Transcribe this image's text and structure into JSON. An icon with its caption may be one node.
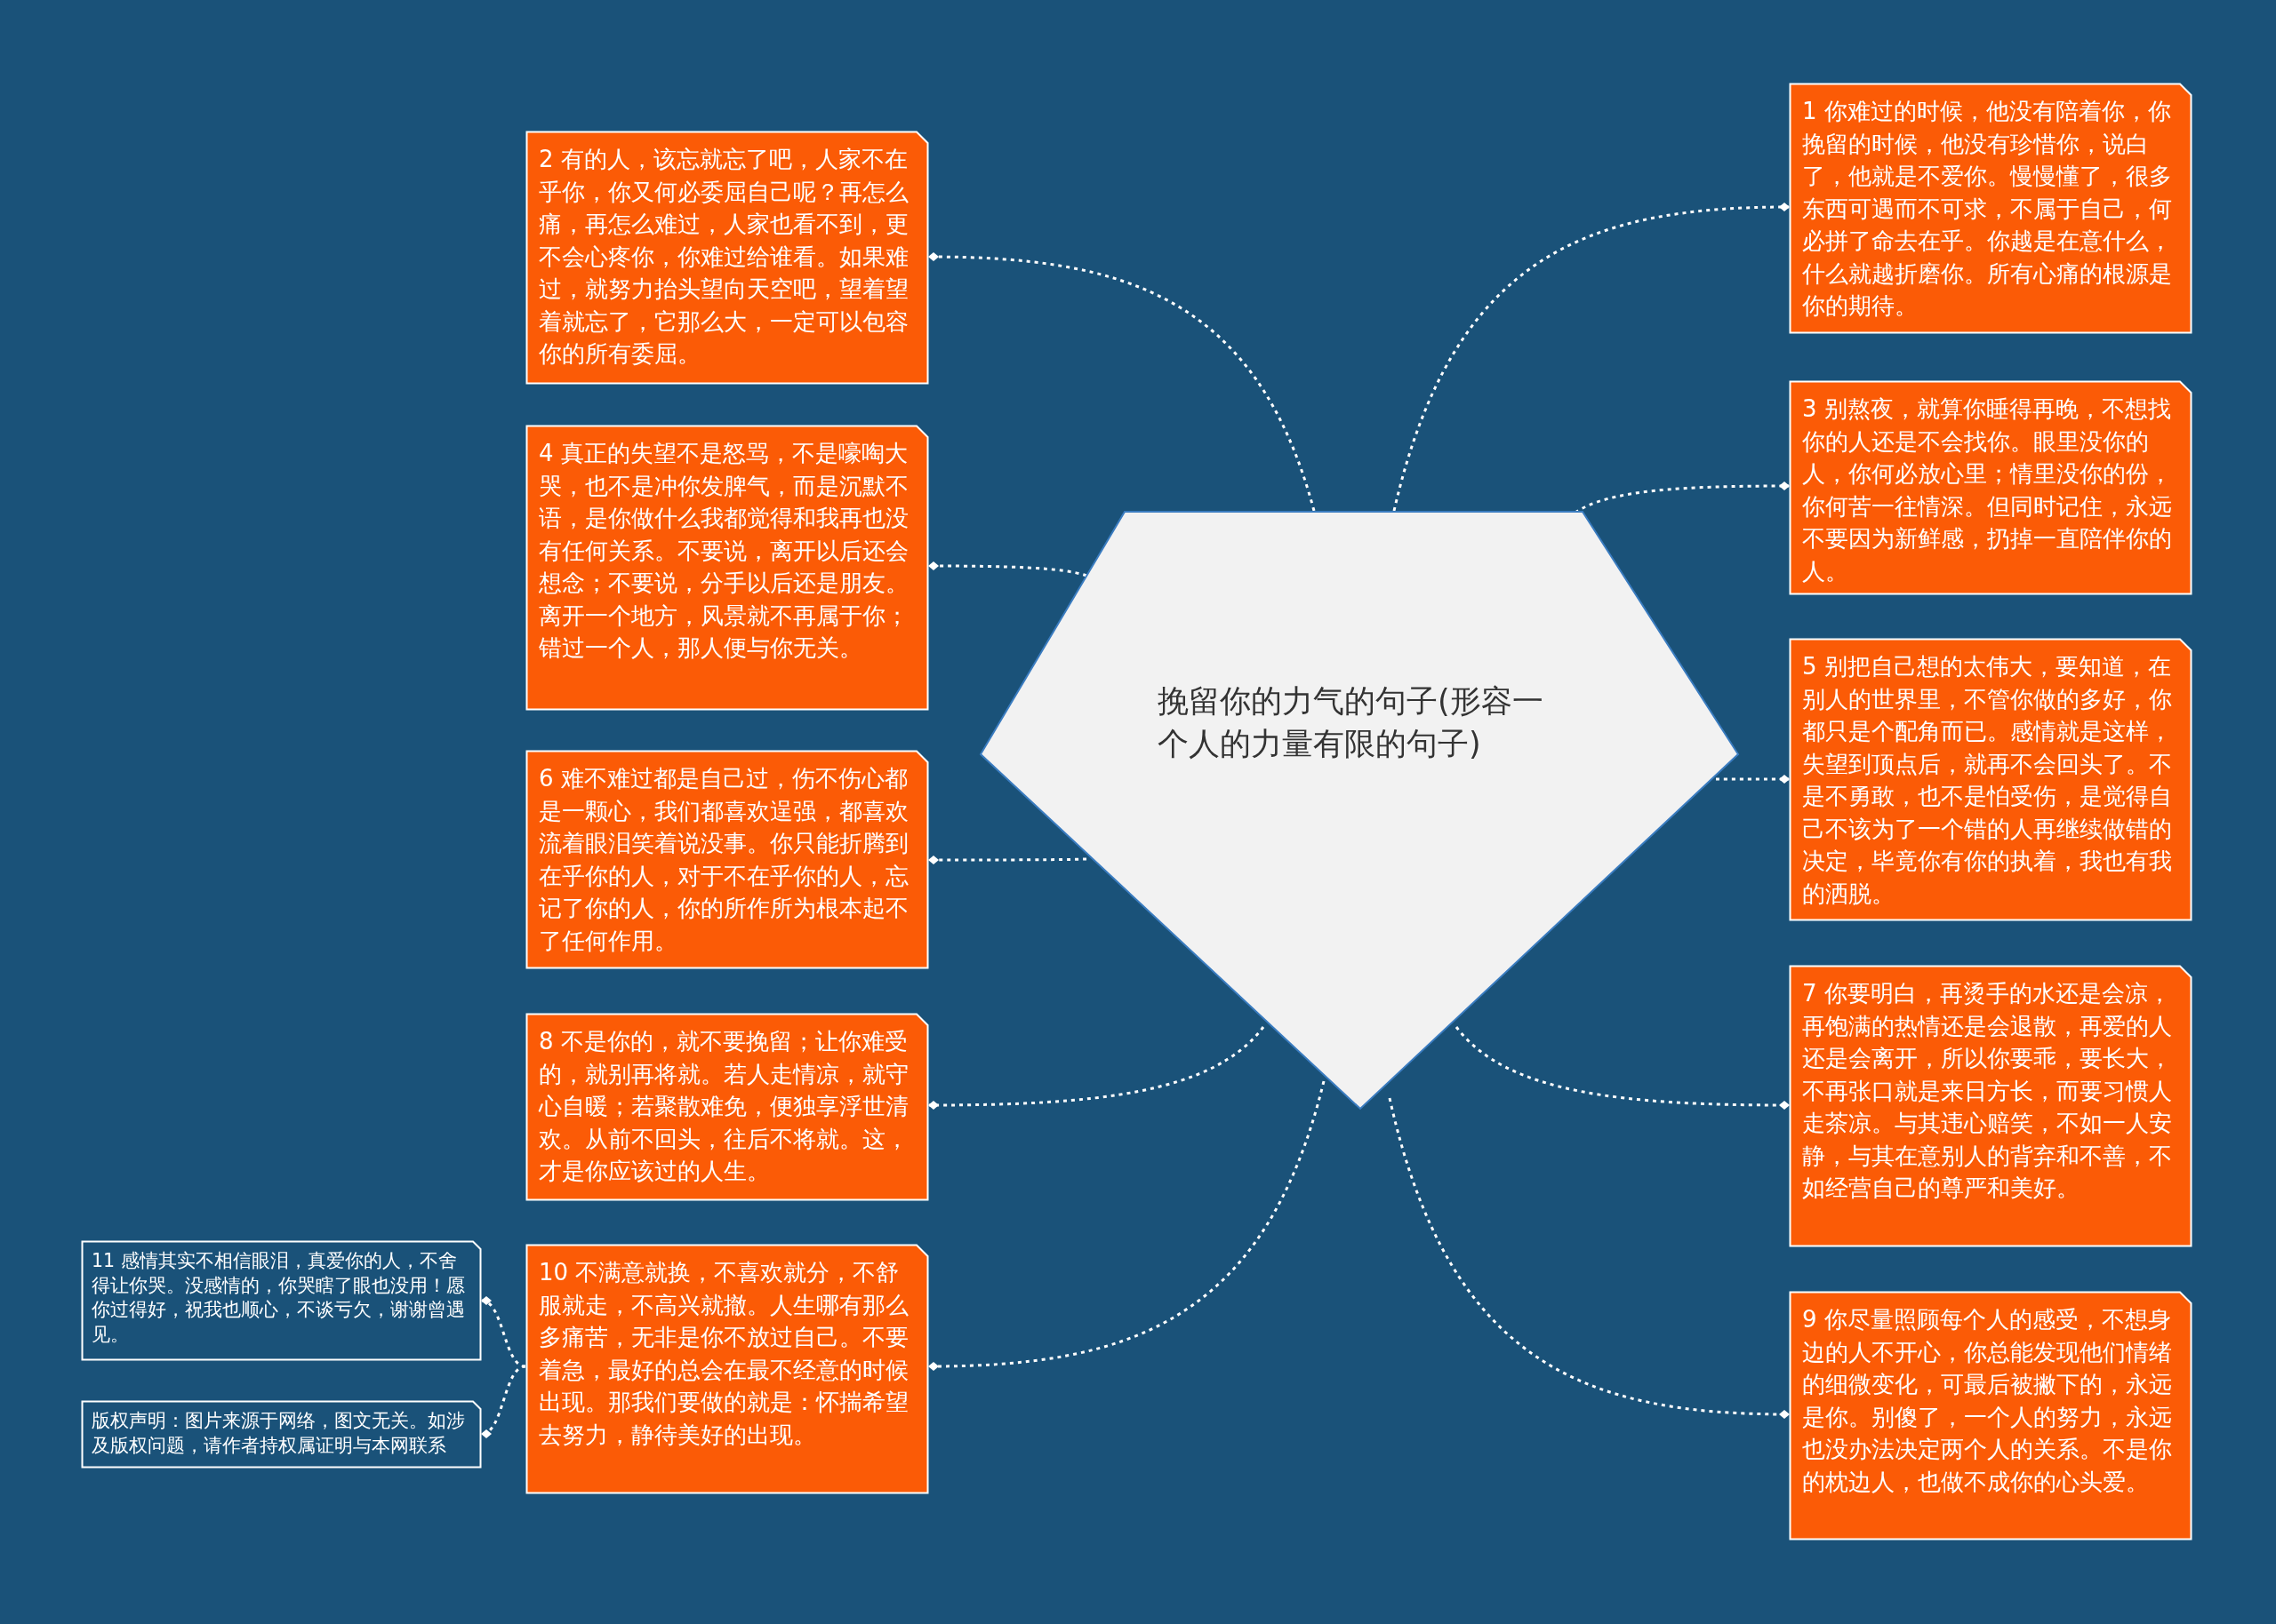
{
  "diagram": {
    "nodes": [
      {
        "text": [
          "挽留你的力气的句子(形容一个人的力量有限的句子)"
        ]
      },
      {
        "text": [
          "1 你难过的时候，他没有陪着你，你挽留的时候，他没有珍惜你，说白了，他就是不爱你。慢慢懂了，很多东西可遇而不可求，不属于自己，何必拼了命去在乎。你越是在意什么，什么就越折磨你。所有心痛的根源是你的期待。"
        ]
      },
      {
        "text": [
          "2 有的人，该忘就忘了吧，人家不在乎你，你又何必委屈自己呢？再怎么痛，再怎么难过，人家也看不到，更不会心疼你，你难过给谁看。如果难过，就努力抬头望向天空吧，望着望着就忘了，它那么大，一定可以包容你的所有委屈。"
        ]
      },
      {
        "text": [
          "3 别熬夜，就算你睡得再晚，不想找你的人还是不会找你。眼里没你的人，你何必放心里；情里没你的份，你何苦一往情深。但同时记住，永远不要因为新鲜感，扔掉一直陪伴你的人。"
        ]
      },
      {
        "text": [
          "4 真正的失望不是怒骂，不是嚎啕大哭，也不是冲你发脾气，而是沉默不语，是你做什么我都觉得和我再也没有任何关系。不要说，离开以后还会想念；不要说，分手以后还是朋友。离开一个地方，风景就不再属于你；错过一个人，那人便与你无关。"
        ]
      },
      {
        "text": [
          "5 别把自己想的太伟大，要知道，在别人的世界里，不管你做的多好，你都只是个配角而已。感情就是这样，失望到顶点后，就再不会回头了。不是不勇敢，也不是怕受伤，是觉得自己不该为了一个错的人再继续做错的决定，毕竟你有你的执着，我也有我的洒脱。"
        ]
      },
      {
        "text": [
          "6 难不难过都是自己过，伤不伤心都是一颗心，我们都喜欢逞强，都喜欢流着眼泪笑着说没事。你只能折腾到在乎你的人，对于不在乎你的人，忘记了你的人，你的所作所为根本起不了任何作用。"
        ]
      },
      {
        "text": [
          "7 你要明白，再烫手的水还是会凉，再饱满的热情还是会退散，再爱的人还是会离开，所以你要乖，要长大，不再张口就是来日方长，而要习惯人走茶凉。与其违心赔笑，不如一人安静，与其在意别人的背弃和不善，不如经营自己的尊严和美好。"
        ]
      },
      {
        "text": [
          "8 不是你的，就不要挽留；让你难受的，就别再将就。若人走情凉，就守心自暖；若聚散难免，便独享浮世清欢。从前不回头，往后不将就。这，才是你应该过的人生。"
        ]
      },
      {
        "text": [
          "9 你尽量照顾每个人的感受，不想身边的人不开心，你总能发现他们情绪的细微变化，可最后被撇下的，永远是你。别傻了，一个人的努力，永远也没办法决定两个人的关系。不是你的枕边人，也做不成你的心头爱。"
        ]
      },
      {
        "text": [
          "10 不满意就换，不喜欢就分，不舒服就走，不高兴就撤。人生哪有那么多痛苦，无非是你不放过自己。不要着急，最好的总会在最不经意的时候出现。那我们要做的就是：怀揣希望去努力，静待美好的出现。"
        ]
      },
      {
        "text": [
          "11 感情其实不相信眼泪，真爱你的人，不舍得让你哭。没感情的，你哭瞎了眼也没用！愿你过得好，祝我也顺心，不谈亏欠，谢谢曾遇见。"
        ]
      },
      {
        "text": [
          "版权声明：图片来源于网络，图文无关。如涉及版权问题，请作者持权属证明与本网联系"
        ]
      }
    ],
    "edges": [
      {
        "from": 0,
        "to": 1,
        "arrow": "other",
        "style": "dashed"
      },
      {
        "from": 0,
        "to": 2,
        "arrow": "other",
        "style": "dashed"
      },
      {
        "from": 0,
        "to": 3,
        "arrow": "other",
        "style": "dashed"
      },
      {
        "from": 0,
        "to": 4,
        "arrow": "other",
        "style": "dashed"
      },
      {
        "from": 0,
        "to": 5,
        "arrow": "other",
        "style": "dashed"
      },
      {
        "from": 0,
        "to": 6,
        "arrow": "other",
        "style": "dashed"
      },
      {
        "from": 0,
        "to": 7,
        "arrow": "other",
        "style": "dashed"
      },
      {
        "from": 0,
        "to": 8,
        "arrow": "other",
        "style": "dashed"
      },
      {
        "from": 0,
        "to": 9,
        "arrow": "other",
        "style": "dashed"
      },
      {
        "from": 0,
        "to": 10,
        "arrow": "other",
        "style": "dashed"
      },
      {
        "from": 10,
        "to": 11,
        "arrow": "other",
        "style": "dashed"
      },
      {
        "from": 10,
        "to": 12,
        "arrow": "other",
        "style": "dashed"
      }
    ]
  }
}
